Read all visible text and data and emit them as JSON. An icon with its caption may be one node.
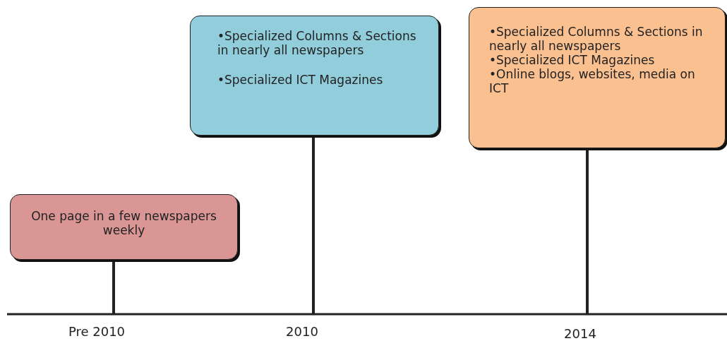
{
  "diagram": {
    "nodes": [
      {
        "text": [
          "One page in a few newspapers weekly"
        ]
      },
      {
        "text": [
          "•Specialized Columns & Sections in nearly all newspapers",
          "•Specialized ICT Magazines"
        ]
      },
      {
        "text": [
          "•Specialized Columns & Sections in nearly all newspapers",
          "•Specialized ICT Magazines",
          "•Online blogs, websites, media on ICT"
        ]
      }
    ],
    "edges": [
      {
        "from": 0,
        "to": null,
        "arrow": "none"
      },
      {
        "from": 1,
        "to": null,
        "arrow": "none"
      },
      {
        "from": 2,
        "to": null,
        "arrow": "none"
      }
    ],
    "labels": [
      "Pre 2010",
      "2010",
      "2014"
    ]
  }
}
